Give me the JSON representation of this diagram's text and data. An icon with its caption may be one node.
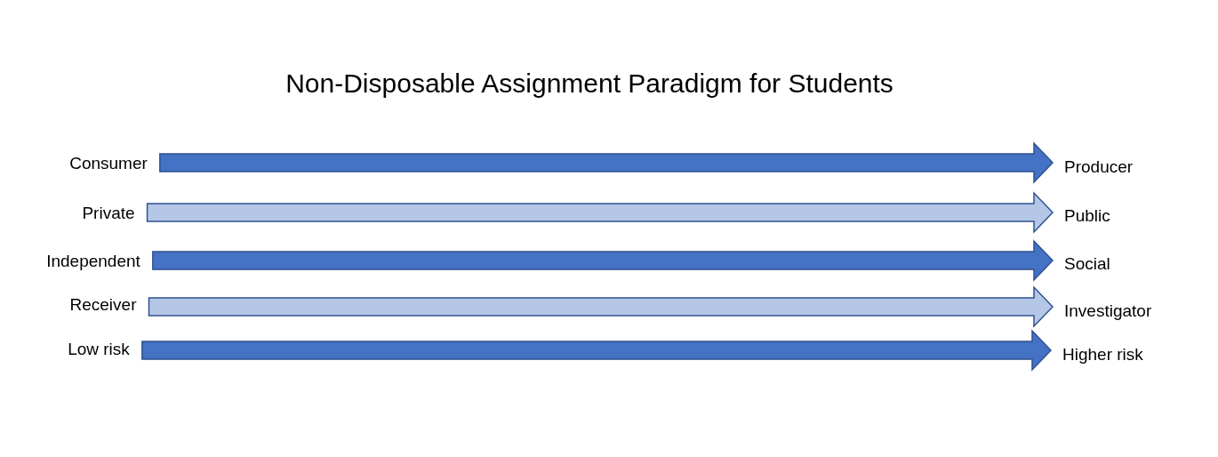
{
  "diagram": {
    "title": "Non-Disposable Assignment Paradigm for Students",
    "nodes": [
      {
        "text": [
          "Consumer"
        ]
      },
      {
        "text": [
          "Producer"
        ]
      },
      {
        "text": [
          "Private"
        ]
      },
      {
        "text": [
          "Public"
        ]
      },
      {
        "text": [
          "Independent"
        ]
      },
      {
        "text": [
          "Social"
        ]
      },
      {
        "text": [
          "Receiver"
        ]
      },
      {
        "text": [
          "Investigator"
        ]
      },
      {
        "text": [
          "Low risk"
        ]
      },
      {
        "text": [
          "Higher risk"
        ]
      }
    ],
    "edges": [
      {
        "from": 0,
        "to": 1,
        "arrow": "to",
        "style": "thick"
      },
      {
        "from": 2,
        "to": 3,
        "arrow": "to",
        "style": "thick",
        "color": "#b4c7e7"
      },
      {
        "from": 4,
        "to": 5,
        "arrow": "to",
        "style": "thick"
      },
      {
        "from": 6,
        "to": 7,
        "arrow": "to",
        "style": "thick",
        "color": "#b4c7e7"
      },
      {
        "from": 8,
        "to": 9,
        "arrow": "to",
        "style": "thick"
      }
    ]
  }
}
